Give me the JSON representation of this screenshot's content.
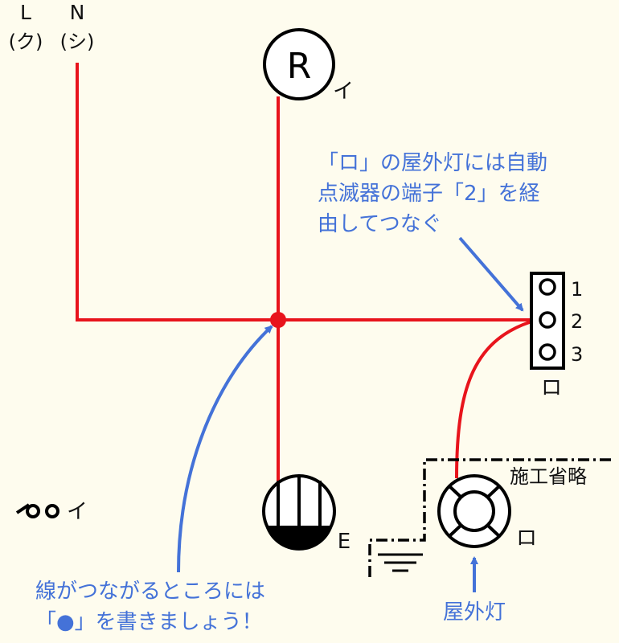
{
  "terminals": {
    "L": "L",
    "N": "N",
    "L_kana": "(ク)",
    "N_kana": "(シ)"
  },
  "outlet": {
    "symbol": "R",
    "tag": "イ"
  },
  "switch_label": "イ",
  "earth_label": "E",
  "relay": {
    "terminals": [
      "1",
      "2",
      "3"
    ],
    "tag": "ロ"
  },
  "omitted_label": "施工省略",
  "lamp": {
    "tag": "ロ",
    "caption": "屋外灯"
  },
  "note_top": [
    "「ロ」の屋外灯には自動",
    "点滅器の端子「2」を経",
    "由してつなぐ"
  ],
  "note_bottom": [
    "線がつながるところには",
    "「●」を書きましょう！"
  ],
  "colors": {
    "wire": "#e8141c",
    "annotation": "#4472d8",
    "ink": "#000000",
    "background": "#fefcee"
  }
}
